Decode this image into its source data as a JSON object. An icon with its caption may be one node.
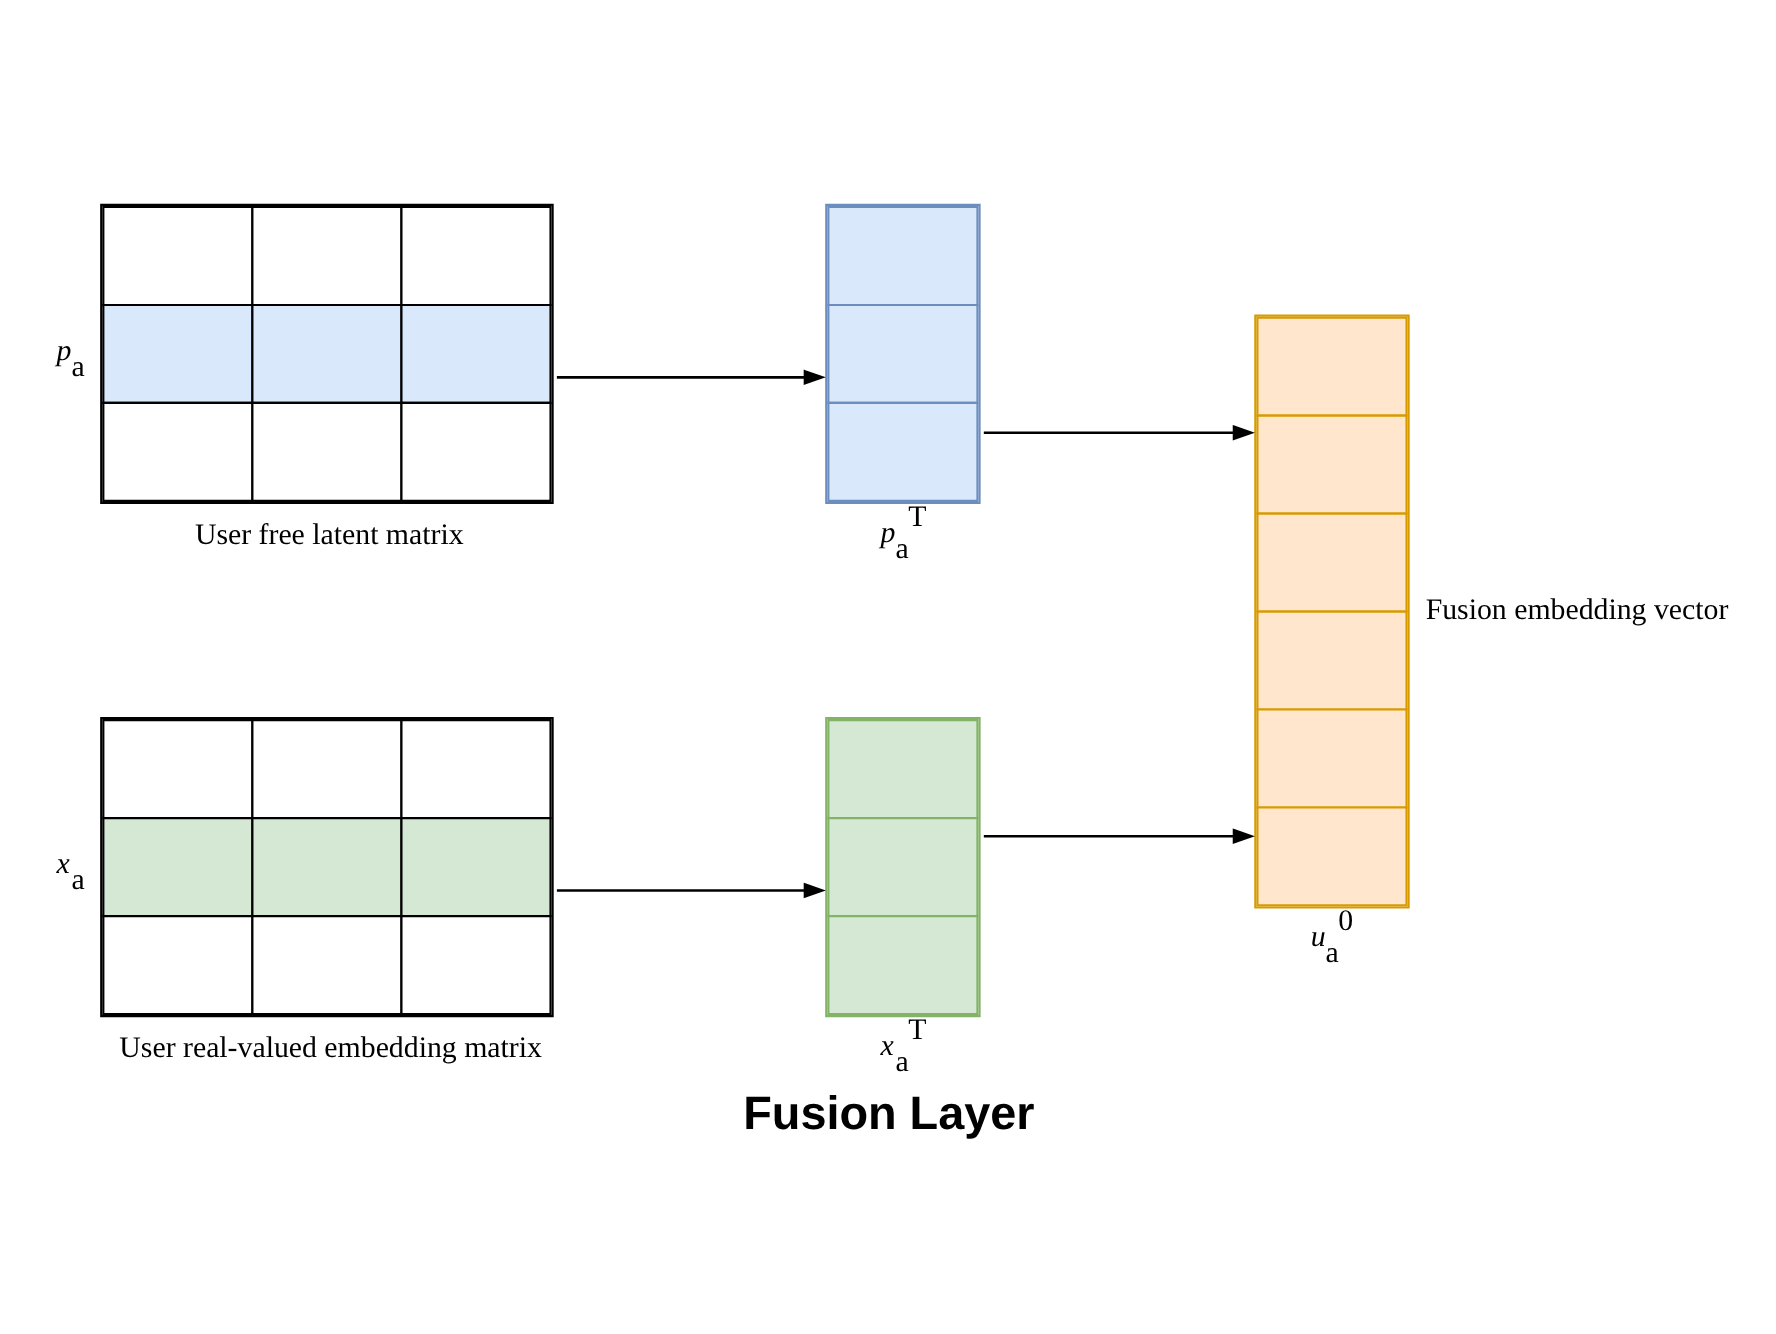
{
  "diagram": {
    "caption": "Fusion Layer",
    "nodes": [
      {
        "text": [],
        "shape": "box",
        "beside": [
          "*p*$_{a}$",
          "User free latent matrix"
        ]
      },
      {
        "text": [],
        "shape": "box",
        "beside": [
          "*p*$_{a}$$^{T}$"
        ]
      },
      {
        "text": [],
        "shape": "box",
        "beside": [
          "Fusion embedding vector",
          "*u*$_{a}$$^{0}$"
        ]
      },
      {
        "text": [],
        "shape": "box",
        "beside": [
          "*x*$_{a}$",
          "User real-valued embedding matrix"
        ]
      },
      {
        "text": [],
        "shape": "box",
        "beside": [
          "*x*$_{a}$$^{T}$"
        ]
      }
    ],
    "edges": [
      {
        "from": 0,
        "to": 1,
        "arrow": "to"
      },
      {
        "from": 3,
        "to": 4,
        "arrow": "to"
      },
      {
        "from": 1,
        "to": 2,
        "arrow": "to"
      },
      {
        "from": 4,
        "to": 2,
        "arrow": "to"
      }
    ]
  }
}
